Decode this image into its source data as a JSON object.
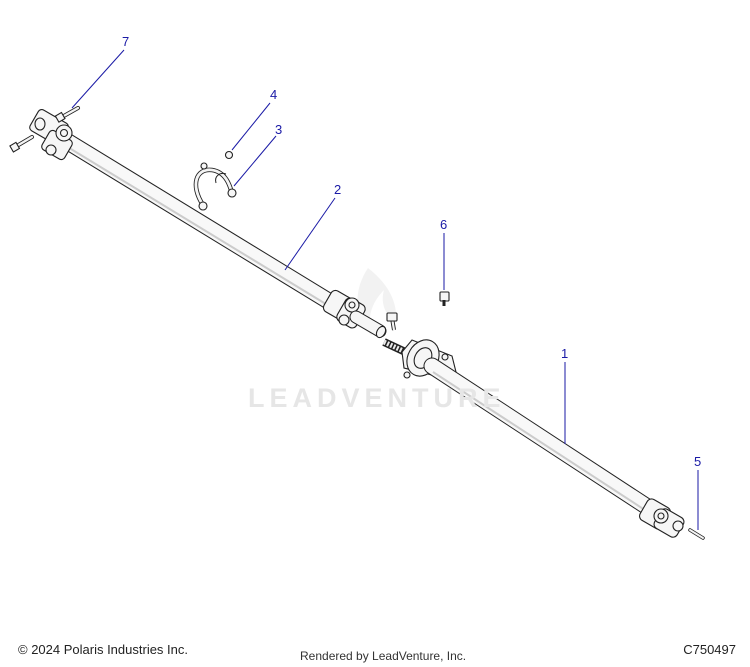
{
  "footer": {
    "copyright": "© 2024 Polaris Industries Inc.",
    "rendered_by": "Rendered by LeadVenture, Inc.",
    "diagram_code": "C750497"
  },
  "watermark": {
    "text": "LEADVENTURE"
  },
  "callouts": {
    "c1": "1",
    "c2": "2",
    "c3": "3",
    "c4": "4",
    "c5": "5",
    "c6": "6",
    "c7": "7"
  },
  "colors": {
    "callout": "#1a1aa6",
    "line": "#222222",
    "part_fill": "#f6f6f6",
    "watermark": "#e6e6e6"
  }
}
